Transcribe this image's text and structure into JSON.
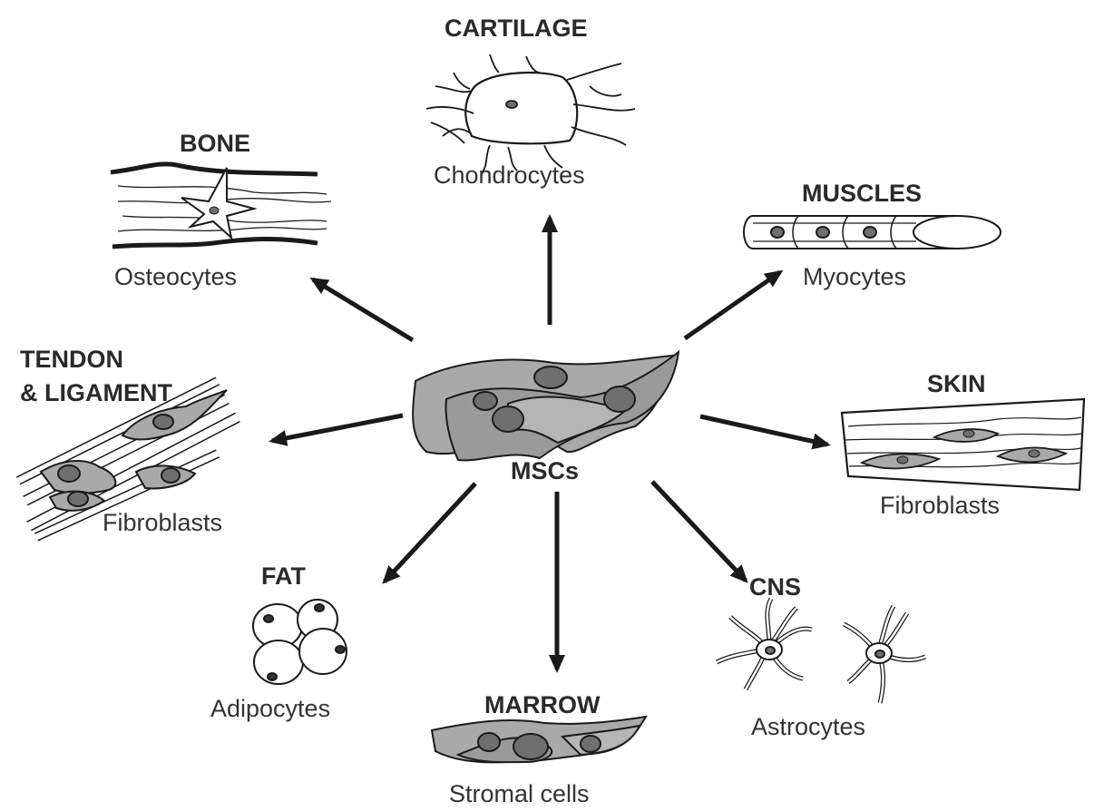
{
  "center": {
    "label": "MSCs"
  },
  "lineages": [
    {
      "key": "cartilage",
      "tissue": "CARTILAGE",
      "cell_type": "Chondrocytes"
    },
    {
      "key": "bone",
      "tissue": "BONE",
      "cell_type": "Osteocytes"
    },
    {
      "key": "muscles",
      "tissue": "MUSCLES",
      "cell_type": "Myocytes"
    },
    {
      "key": "tendon",
      "tissue_line1": "TENDON",
      "tissue_line2": "& LIGAMENT",
      "cell_type": "Fibroblasts"
    },
    {
      "key": "skin",
      "tissue": "SKIN",
      "cell_type": "Fibroblasts"
    },
    {
      "key": "fat",
      "tissue": "FAT",
      "cell_type": "Adipocytes"
    },
    {
      "key": "marrow",
      "tissue": "MARROW",
      "cell_type": "Stromal cells"
    },
    {
      "key": "cns",
      "tissue": "CNS",
      "cell_type": "Astrocytes"
    }
  ],
  "colors": {
    "ink": "#1a1a1a",
    "cell_fill": "#a9a9a9",
    "nucleus_fill": "#6f6f6f",
    "background": "#ffffff"
  }
}
